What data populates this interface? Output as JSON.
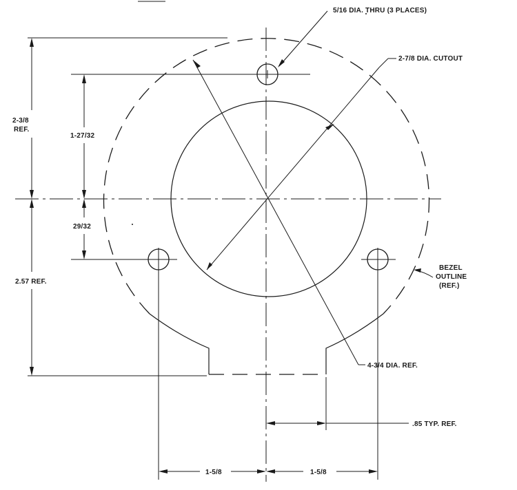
{
  "callouts": {
    "holes": "5/16 DIA. THRU (3 PLACES)",
    "cutout": "2-7/8 DIA. CUTOUT",
    "bezel_line1": "BEZEL",
    "bezel_line2": "OUTLINE",
    "bezel_line3": "(REF.)",
    "bezel_dia": "4-3/4 DIA. REF.",
    "typ_ref": ".85 TYP. REF."
  },
  "dimensions": {
    "upper_total_line1": "2-3/8",
    "upper_total_line2": "REF.",
    "upper_hole": "1-27/32",
    "lower_hole": "29/32",
    "lower_total": "2.57 REF.",
    "left_spacing": "1-5/8",
    "right_spacing": "1-5/8"
  }
}
